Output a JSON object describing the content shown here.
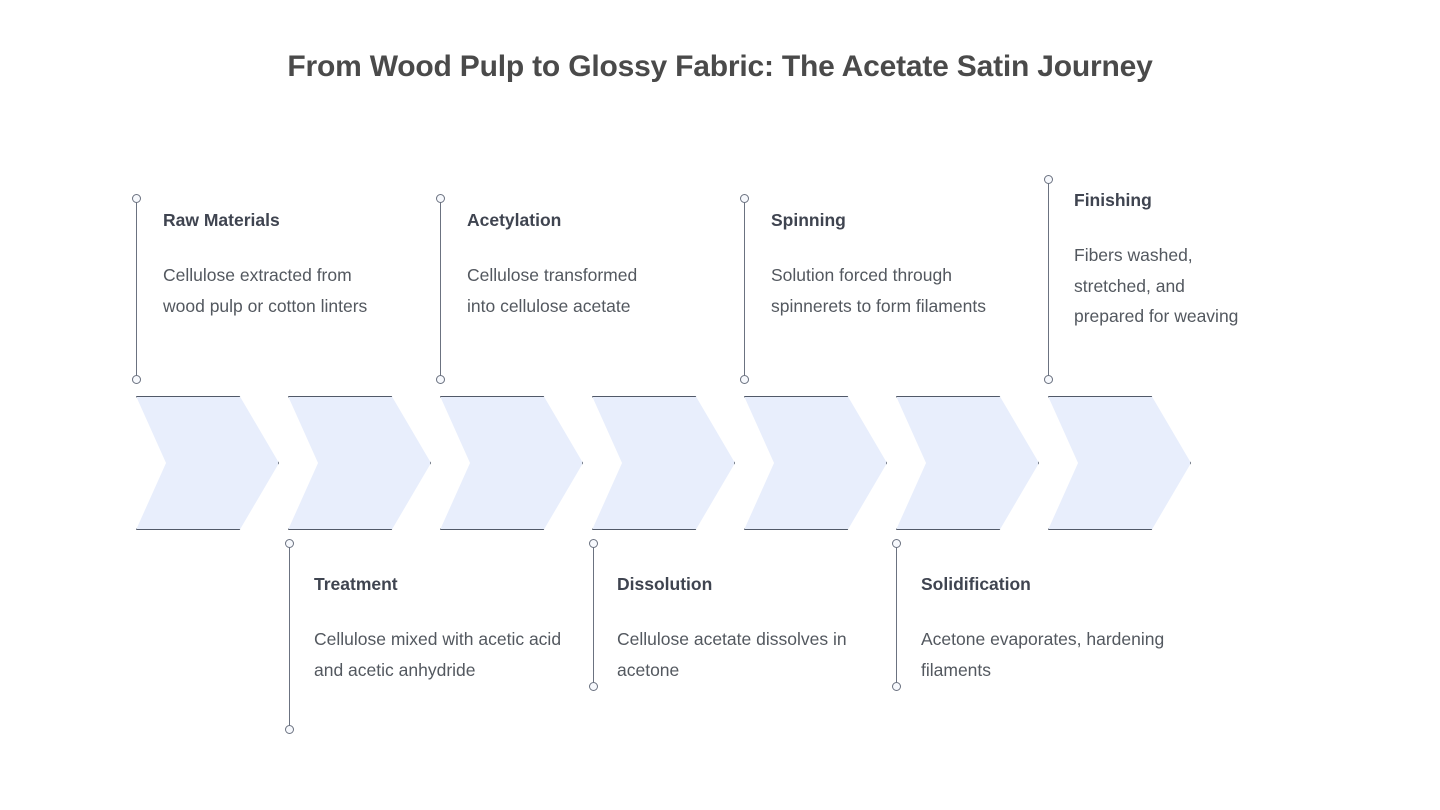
{
  "title": "From Wood Pulp to Glossy Fabric: The Acetate Satin Journey",
  "colors": {
    "background": "#ffffff",
    "title_text": "#4a4a4a",
    "chevron_fill": "#e8eefc",
    "chevron_stroke": "#515968",
    "connector_line": "#6b7280",
    "connector_dot_fill": "#f7f9fd",
    "step_title_text": "#3f4450",
    "step_desc_text": "#53585f"
  },
  "diagram_data": {
    "type": "process-flow",
    "orientation": "horizontal",
    "shape": "chevron",
    "step_count": 7,
    "steps": [
      {
        "index": 1,
        "title": "Raw Materials",
        "description": "Cellulose extracted from wood pulp or cotton linters",
        "side": "top"
      },
      {
        "index": 2,
        "title": "Treatment",
        "description": "Cellulose mixed with acetic acid and acetic anhydride",
        "side": "bottom"
      },
      {
        "index": 3,
        "title": "Acetylation",
        "description": "Cellulose transformed into cellulose acetate",
        "side": "top"
      },
      {
        "index": 4,
        "title": "Dissolution",
        "description": "Cellulose acetate dissolves in acetone",
        "side": "bottom"
      },
      {
        "index": 5,
        "title": "Spinning",
        "description": "Solution forced through spinnerets to form filaments",
        "side": "top"
      },
      {
        "index": 6,
        "title": "Solidification",
        "description": "Acetone evaporates, hardening filaments",
        "side": "bottom"
      },
      {
        "index": 7,
        "title": "Finishing",
        "description": "Fibers washed, stretched, and prepared for weaving",
        "side": "top"
      }
    ]
  }
}
